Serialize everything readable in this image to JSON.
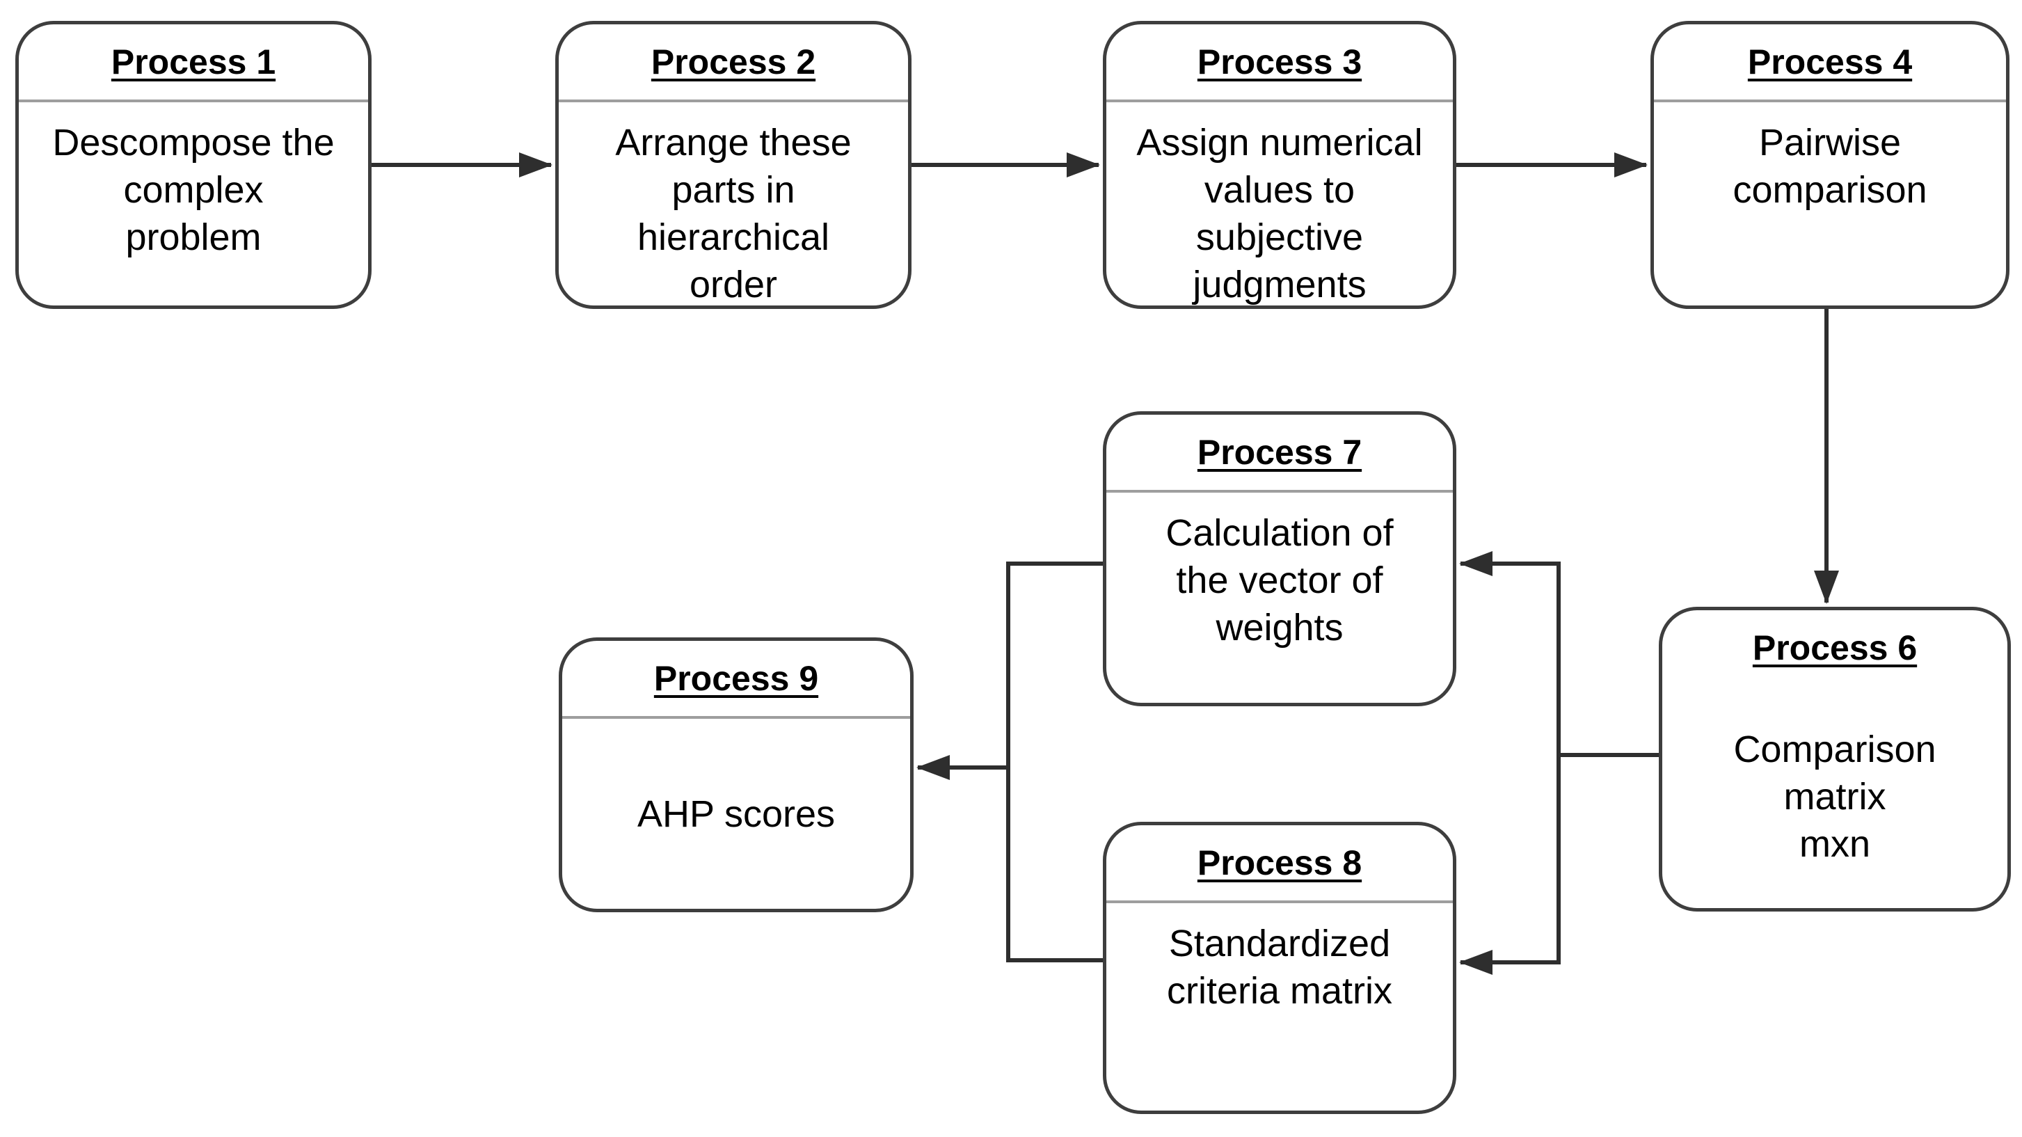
{
  "diagram": {
    "type": "flowchart",
    "background_color": "#ffffff",
    "node_border_color": "#3e3e3e",
    "node_fill_color": "#ffffff",
    "divider_color": "#9e9e9e",
    "connector_color": "#2e2e2e",
    "text_color": "#000000",
    "nodes": {
      "p1": {
        "title": "Process 1",
        "body": "Descompose the\ncomplex\nproblem"
      },
      "p2": {
        "title": "Process 2",
        "body": "Arrange these\nparts in\nhierarchical\norder"
      },
      "p3": {
        "title": "Process 3",
        "body": "Assign numerical\nvalues to\nsubjective\njudgments"
      },
      "p4": {
        "title": "Process 4",
        "body": "Pairwise\ncomparison"
      },
      "p6": {
        "title": "Process 6",
        "body": "Comparison\nmatrix\nmxn"
      },
      "p7": {
        "title": "Process 7",
        "body": "Calculation of\nthe vector of\nweights"
      },
      "p8": {
        "title": "Process 8",
        "body": "Standardized\ncriteria matrix"
      },
      "p9": {
        "title": "Process 9",
        "body": "AHP scores"
      }
    },
    "edges": [
      {
        "from": "Process 1",
        "to": "Process 2",
        "arrow": true
      },
      {
        "from": "Process 2",
        "to": "Process 3",
        "arrow": true
      },
      {
        "from": "Process 3",
        "to": "Process 4",
        "arrow": true
      },
      {
        "from": "Process 4",
        "to": "Process 6",
        "arrow": true
      },
      {
        "from": "Process 6",
        "to": "Process 7",
        "arrow": true
      },
      {
        "from": "Process 6",
        "to": "Process 8",
        "arrow": true
      },
      {
        "from": "Process 7",
        "to": "Process 9",
        "arrow": true
      },
      {
        "from": "Process 8",
        "to": "Process 9",
        "arrow": true
      }
    ]
  }
}
